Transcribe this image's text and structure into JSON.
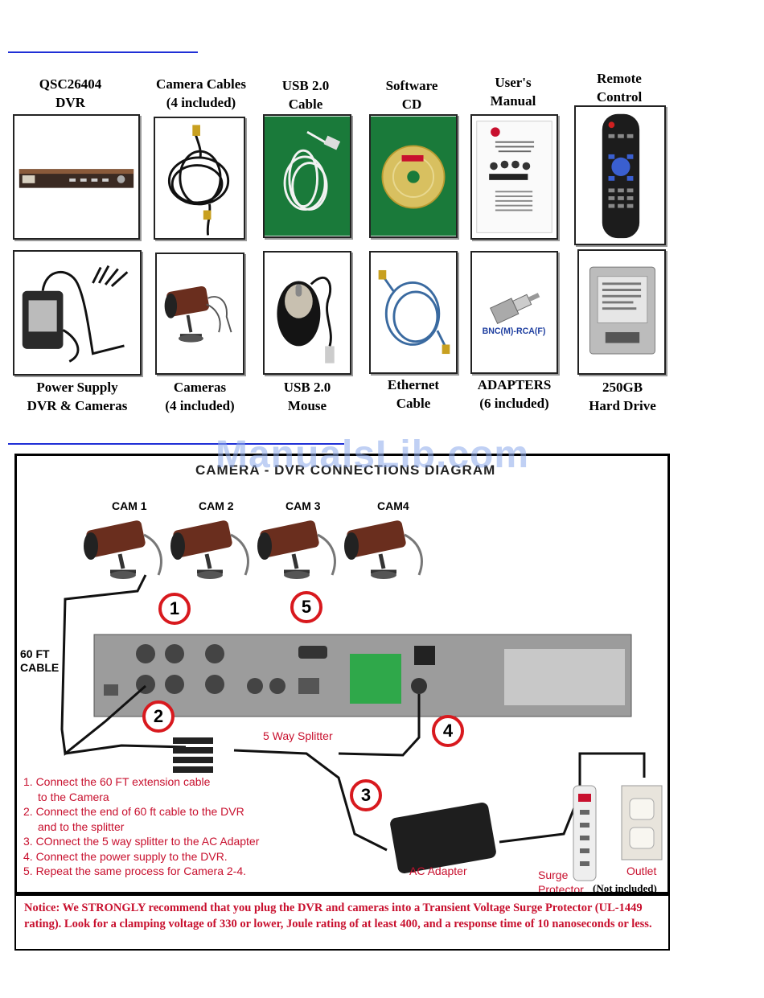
{
  "items_row1": [
    {
      "line1": "QSC26404",
      "line2": "DVR",
      "icon": "dvr-icon"
    },
    {
      "line1": "Camera Cables",
      "line2": "(4 included)",
      "icon": "cable-coil-icon"
    },
    {
      "line1": "USB 2.0",
      "line2": "Cable",
      "icon": "usb-cable-icon"
    },
    {
      "line1": "Software",
      "line2": "CD",
      "icon": "cd-icon"
    },
    {
      "line1": "User's",
      "line2": "Manual",
      "icon": "manual-icon"
    },
    {
      "line1": "Remote",
      "line2": "Control",
      "icon": "remote-icon"
    }
  ],
  "items_row2": [
    {
      "line1": "Power Supply",
      "line2": "DVR & Cameras",
      "icon": "power-supply-icon"
    },
    {
      "line1": "Cameras",
      "line2": "(4 included)",
      "icon": "camera-icon"
    },
    {
      "line1": "USB 2.0",
      "line2": "Mouse",
      "icon": "mouse-icon"
    },
    {
      "line1": "Ethernet",
      "line2": "Cable",
      "icon": "ethernet-icon"
    },
    {
      "line1": "ADAPTERS",
      "line2": "(6 included)",
      "icon": "adapter-icon"
    },
    {
      "line1": "250GB",
      "line2": "Hard Drive",
      "icon": "hard-drive-icon"
    }
  ],
  "adapter_caption": "BNC(M)-RCA(F)",
  "watermark": "ManualsLib.com",
  "diagram": {
    "title": "CAMERA - DVR CONNECTIONS DIAGRAM",
    "cams": [
      "CAM 1",
      "CAM 2",
      "CAM 3",
      "CAM4"
    ],
    "cable_label_1": "60 FT",
    "cable_label_2": "CABLE",
    "splitter_label": "5 Way Splitter",
    "ac_label": "AC Adapter",
    "surge_label_1": "Surge",
    "surge_label_2": "Protector",
    "not_included": "(Not included)",
    "outlet_label": "Outlet",
    "badges": [
      "1",
      "2",
      "3",
      "4",
      "5"
    ],
    "steps": [
      "1. Connect the 60 FT extension cable",
      "    to the Camera",
      "2. Connect the end of 60 ft cable to the DVR",
      "    and to the splitter",
      "3. COnnect the 5 way splitter to the AC Adapter",
      "4. Connect the power supply to the DVR.",
      "5. Repeat the same process for Camera 2-4."
    ]
  },
  "notice": "Notice: We STRONGLY recommend that you plug the DVR and cameras into a Transient Voltage Surge Protector (UL-1449 rating). Look for a clamping voltage of 330 or lower, Joule rating of at least 400, and a response time of 10 nanoseconds or less.",
  "colors": {
    "rule": "#1f2fd6",
    "accent_red": "#c8102e",
    "badge_ring": "#d8191e"
  }
}
